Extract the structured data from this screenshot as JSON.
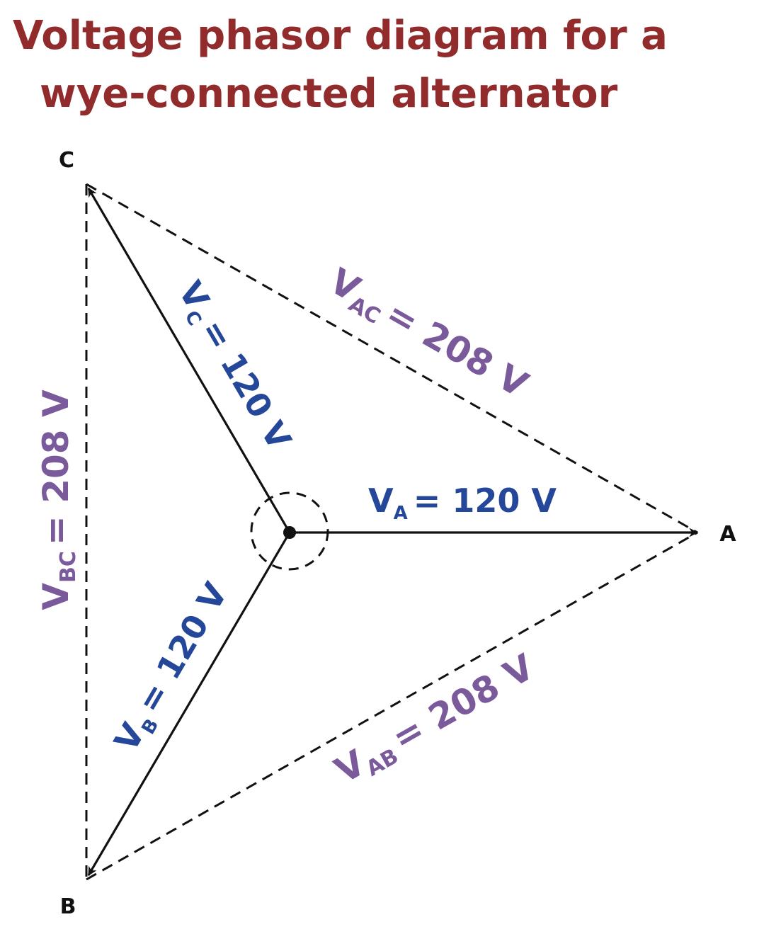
{
  "title": {
    "line1": "Voltage phasor diagram for a",
    "line2": "wye-connected alternator"
  },
  "vertices": {
    "a": "A",
    "b": "B",
    "c": "C"
  },
  "phase_voltages": {
    "a": {
      "symbol": "V",
      "subscript": "A",
      "value": "= 120 V"
    },
    "b": {
      "symbol": "V",
      "subscript": "B",
      "value": "= 120 V"
    },
    "c": {
      "symbol": "V",
      "subscript": "C",
      "value": "= 120 V"
    }
  },
  "line_voltages": {
    "ac": {
      "symbol": "V",
      "subscript": "AC",
      "value": "= 208 V"
    },
    "ab": {
      "symbol": "V",
      "subscript": "AB",
      "value": "= 208 V"
    },
    "bc": {
      "symbol": "V",
      "subscript": "BC",
      "value": "= 208 V"
    }
  },
  "colors": {
    "title": "#922b2b",
    "phase_label": "#24479a",
    "line_label": "#7a5a9a",
    "line": "#111111"
  }
}
